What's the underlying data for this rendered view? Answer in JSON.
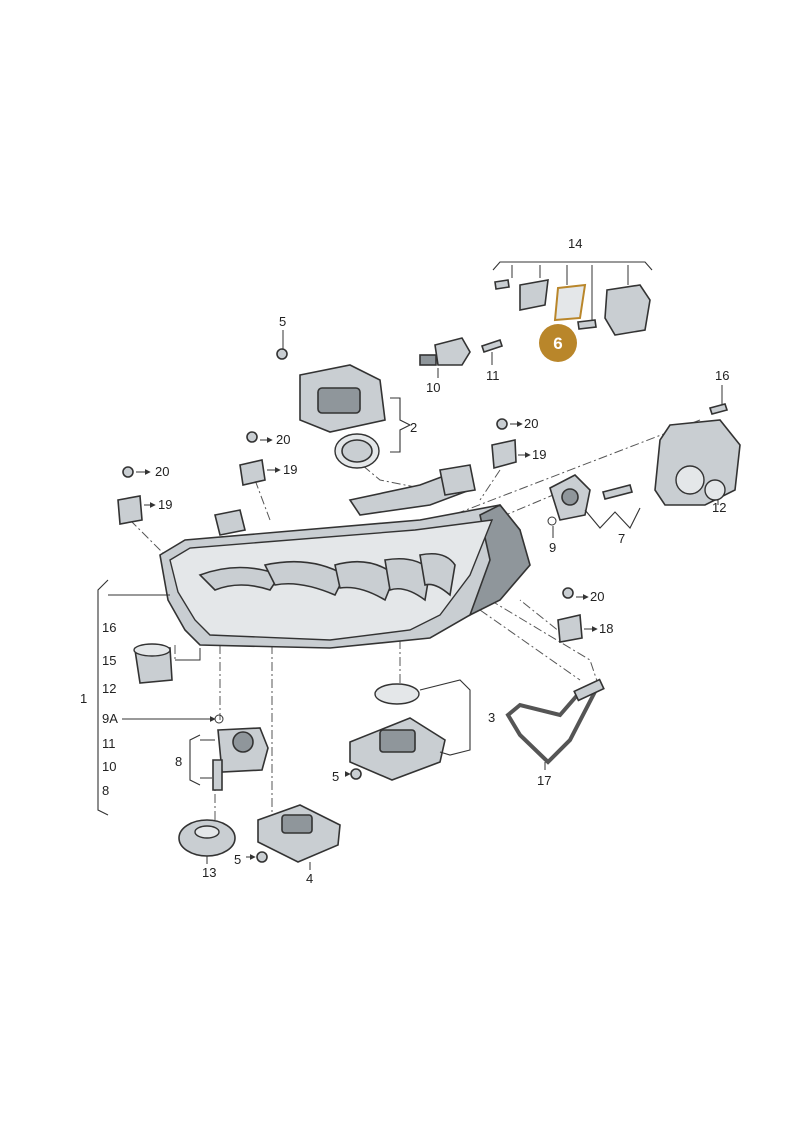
{
  "diagram": {
    "highlight_color": "#b9862a",
    "highlighted_label": "6",
    "labels": {
      "l1": "1",
      "l2": "2",
      "l3": "3",
      "l4": "4",
      "l5a": "5",
      "l5b": "5",
      "l5c": "5",
      "l7": "7",
      "l8": "8",
      "l8list": "8",
      "l9": "9",
      "l9a": "9A",
      "l10": "10",
      "l10list": "10",
      "l11": "11",
      "l11list": "11",
      "l12": "12",
      "l12list": "12",
      "l13": "13",
      "l14": "14",
      "l15": "15",
      "l16": "16",
      "l16list": "16",
      "l17": "17",
      "l18": "18",
      "l19a": "19",
      "l19b": "19",
      "l19c": "19",
      "l20a": "20",
      "l20b": "20",
      "l20c": "20",
      "l20d": "20"
    }
  }
}
